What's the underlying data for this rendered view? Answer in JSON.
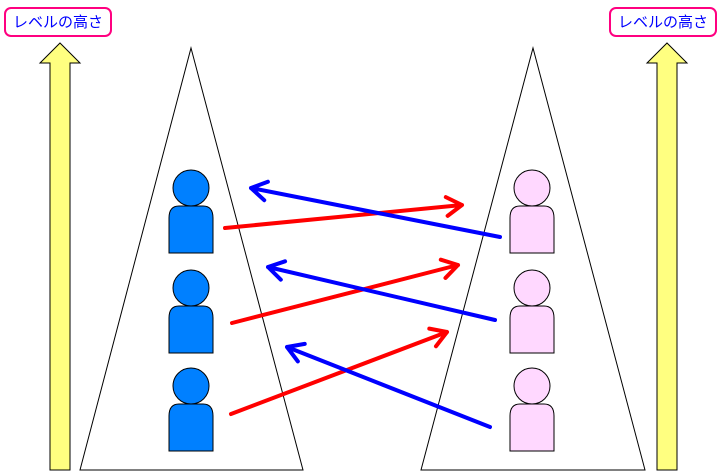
{
  "labels": {
    "left": "レベルの高さ",
    "right": "レベルの高さ"
  },
  "colors": {
    "left_person": "#0080ff",
    "right_person": "#ffd8ff",
    "up_arrow": "#ffff80",
    "red_arrow": "#ff0000",
    "blue_arrow": "#0000ff",
    "label_border": "#ff0080",
    "label_text": "#0000ff"
  },
  "left_group": {
    "persons": 3
  },
  "right_group": {
    "persons": 3
  }
}
